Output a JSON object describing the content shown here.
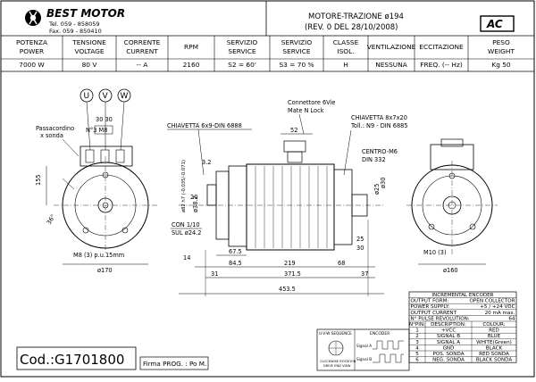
{
  "logo": {
    "brand": "BEST MOTOR",
    "tel": "Tel. 059 - 858059",
    "fax": "Fax. 059 - 850410"
  },
  "title": {
    "line1": "MOTORE-TRAZIONE ø194",
    "line2": "(REV. 0 DEL 28/10/2008)",
    "ac_badge": "AC"
  },
  "specs": {
    "columns": [
      {
        "h1": "POTENZA",
        "h2": "POWER",
        "value": "7000 W"
      },
      {
        "h1": "TENSIONE",
        "h2": "VOLTAGE",
        "value": "80 V"
      },
      {
        "h1": "CORRENTE",
        "h2": "CURRENT",
        "value": "-- A"
      },
      {
        "h1": "RPM",
        "h2": "",
        "value": "2160"
      },
      {
        "h1": "SERVIZIO",
        "h2": "SERVICE",
        "value": "S2 = 60'"
      },
      {
        "h1": "SERVIZIO",
        "h2": "SERVICE",
        "value": "S3 = 70 %"
      },
      {
        "h1": "CLASSE",
        "h2": "ISOL.",
        "value": "H"
      },
      {
        "h1": "VENTILAZIONE",
        "h2": "",
        "value": "NESSUNA"
      },
      {
        "h1": "ECCITAZIONE",
        "h2": "",
        "value": "FREQ. (-- Hz)"
      },
      {
        "h1": "PESO",
        "h2": "WEIGHT",
        "value": "Kg 50"
      }
    ]
  },
  "drawing": {
    "terminals": [
      "U",
      "V",
      "W"
    ],
    "dims": {
      "d30_30": "30 30",
      "n3m8": "N°3 M8",
      "d155": "155",
      "d36": "36°",
      "m8": "M8 (3) p.u.15mm",
      "d170": "ø170",
      "d32": "3.2",
      "d82": "ø82 h7 (-0.035/-0.071)",
      "d382": "ø38.2",
      "d20": "20",
      "con": "CON 1/10",
      "sul": "SUL ø24.2",
      "d675": "67.5",
      "d14": "14",
      "d845": "84.5",
      "d219": "219",
      "d68": "68",
      "d31": "31",
      "d3715": "371.5",
      "d37": "37",
      "d4535": "453.5",
      "d52": "52",
      "d25": "25",
      "d30": "30",
      "d25b": "ø25",
      "d30b": "ø30",
      "m10": "M10 (3)",
      "d160": "ø160"
    },
    "labels": {
      "passacordino": "Passacordino",
      "xsonda": "x sonda",
      "chiavetta1": "CHIAVETTA 6x9-DIN 6888",
      "connettore": "Connettore 6Vie",
      "mate": "Mate N Lock",
      "chiavetta2": "CHIAVETTA 8x7x20",
      "toll": "Toll.: N9 - DIN 6885",
      "centro": "CENTRO-M6",
      "din332": "DIN 332"
    }
  },
  "encoder": {
    "title": "INCREMENTAL ENCODER",
    "rows_kv": [
      {
        "k": "OUTPUT FORM:",
        "v": "OPEN COLLECTOR"
      },
      {
        "k": "POWER SUPPLY:",
        "v": "+5 / +24 VDC"
      },
      {
        "k": "OUTPUT CURRENT",
        "v": "20 mA  max."
      },
      {
        "k": "N° PULSE REVOLUTION:",
        "v": "64"
      }
    ],
    "pin_headers": [
      "N°PIN:",
      "DESCRIPTION:",
      "COLOUR:"
    ],
    "pins": [
      {
        "n": "1",
        "d": "+VCC",
        "c": "RED"
      },
      {
        "n": "2",
        "d": "SIGNAL B",
        "c": "BLUE"
      },
      {
        "n": "3",
        "d": "SIGNAL A",
        "c": "WHITE(Green)"
      },
      {
        "n": "4",
        "d": "GND",
        "c": "BLACK"
      },
      {
        "n": "5",
        "d": "POS. SONDA",
        "c": "RED SONDA"
      },
      {
        "n": "6",
        "d": "NEG. SONDA",
        "c": "BLACK SONDA"
      }
    ]
  },
  "sequence": {
    "title": "U-V-W SEQUENCE",
    "encoder_label": "ENCODER",
    "sig_a": "Signal A",
    "sig_b": "Signal B",
    "note1": "CLOCKWISE ROTATION",
    "note2": "DRIVE END VIEW"
  },
  "footer": {
    "code": "Cod.:G1701800",
    "firma": "Firma PROG. : Po M."
  }
}
